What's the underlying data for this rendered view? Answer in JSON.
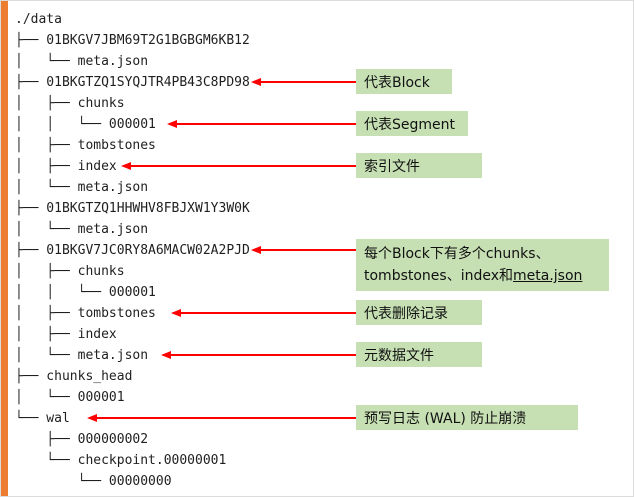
{
  "colors": {
    "accent_bar": "#ed7d31",
    "annotation_bg": "#c6e0b4",
    "arrow": "#ff0000",
    "tree_text": "#1f1f1f",
    "background": "#ffffff",
    "border": "#dcdcdc"
  },
  "tree": {
    "lines": [
      "./data",
      "├── 01BKGV7JBM69T2G1BGBGM6KB12",
      "│   └── meta.json",
      "├── 01BKGTZQ1SYQJTR4PB43C8PD98",
      "│   ├── chunks",
      "│   │   └── 000001",
      "│   ├── tombstones",
      "│   ├── index",
      "│   └── meta.json",
      "├── 01BKGTZQ1HHWHV8FBJXW1Y3W0K",
      "│   └── meta.json",
      "├── 01BKGV7JC0RY8A6MACW02A2PJD",
      "│   ├── chunks",
      "│   │   └── 000001",
      "│   ├── tombstones",
      "│   ├── index",
      "│   └── meta.json",
      "├── chunks_head",
      "│   └── 000001",
      "└── wal",
      "    ├── 000000002",
      "    └── checkpoint.00000001",
      "        └── 00000000"
    ]
  },
  "annotations": [
    {
      "label": "代表Block"
    },
    {
      "label": "代表Segment"
    },
    {
      "label": "索引文件"
    },
    {
      "line1": "每个Block下有多个chunks、",
      "line2_pre": "tombstones、index和",
      "line2_underline": "meta.json"
    },
    {
      "label": "代表删除记录"
    },
    {
      "label": "元数据文件"
    },
    {
      "label": "预写日志 (WAL) 防止崩溃"
    }
  ]
}
